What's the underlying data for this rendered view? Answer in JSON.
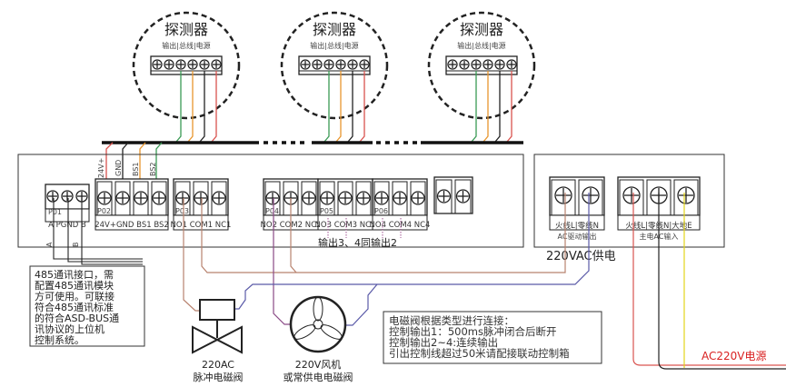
{
  "detectors": [
    {
      "title": "探测器",
      "subtitle": "输出|总线|电源"
    },
    {
      "title": "探测器",
      "subtitle": "输出|总线|电源"
    },
    {
      "title": "探测器",
      "subtitle": "输出|总线|电源"
    }
  ],
  "bus_wire_labels": [
    "24V+",
    "GND",
    "BS1",
    "BS2"
  ],
  "p01": {
    "id": "P01",
    "terminals": "A PGND B",
    "wire_a": "A",
    "wire_b": "B"
  },
  "p02": {
    "id": "P02",
    "terminals": "24V+GND BS1 BS2"
  },
  "p03": {
    "id": "P03",
    "terminals": "NO1 COM1 NC1"
  },
  "p04": {
    "id": "P04",
    "terminals": "NO2 COM2 NC2"
  },
  "p05": {
    "id": "P05",
    "terminals": "NO3 COM3 NC3"
  },
  "p06": {
    "id": "P06",
    "terminals": "NO4 COM4 NC4"
  },
  "outputs_note": "输出3、4同输出2",
  "ac_output": {
    "terminals": "火线L|零线N",
    "caption": "AC驱动输出"
  },
  "mains_input": {
    "terminals": "火线L|零线N|大地E",
    "caption": "主电AC输入"
  },
  "supply_label": "220VAC供电",
  "rs485_note": [
    "485通讯接口，需",
    "配置485通讯模块",
    "方可使用。可联接",
    "符合485通讯标准",
    "的符合ASD-BUS通",
    "讯协议的上位机",
    "控制系统。"
  ],
  "valve": {
    "line1": "220AC",
    "line2": "脉冲电磁阀"
  },
  "fan": {
    "line1": "220V风机",
    "line2": "或常供电电磁阀"
  },
  "control_note": [
    "电磁阀根据类型进行连接：",
    "控制输出1：500ms脉冲闭合后断开",
    "控制输出2~4:连续输出",
    "引出控制线超过50米请配接联动控制箱"
  ],
  "mains_label": "AC220V电源",
  "colors": {
    "red": "#d9534f",
    "black": "#222222",
    "orange": "#e8962e",
    "green": "#3a9a55",
    "brown": "#b8826e",
    "purple": "#8a4a86",
    "blue": "#5a5aa8",
    "yellow": "#e2d41a",
    "mains_label": "#d92020"
  }
}
